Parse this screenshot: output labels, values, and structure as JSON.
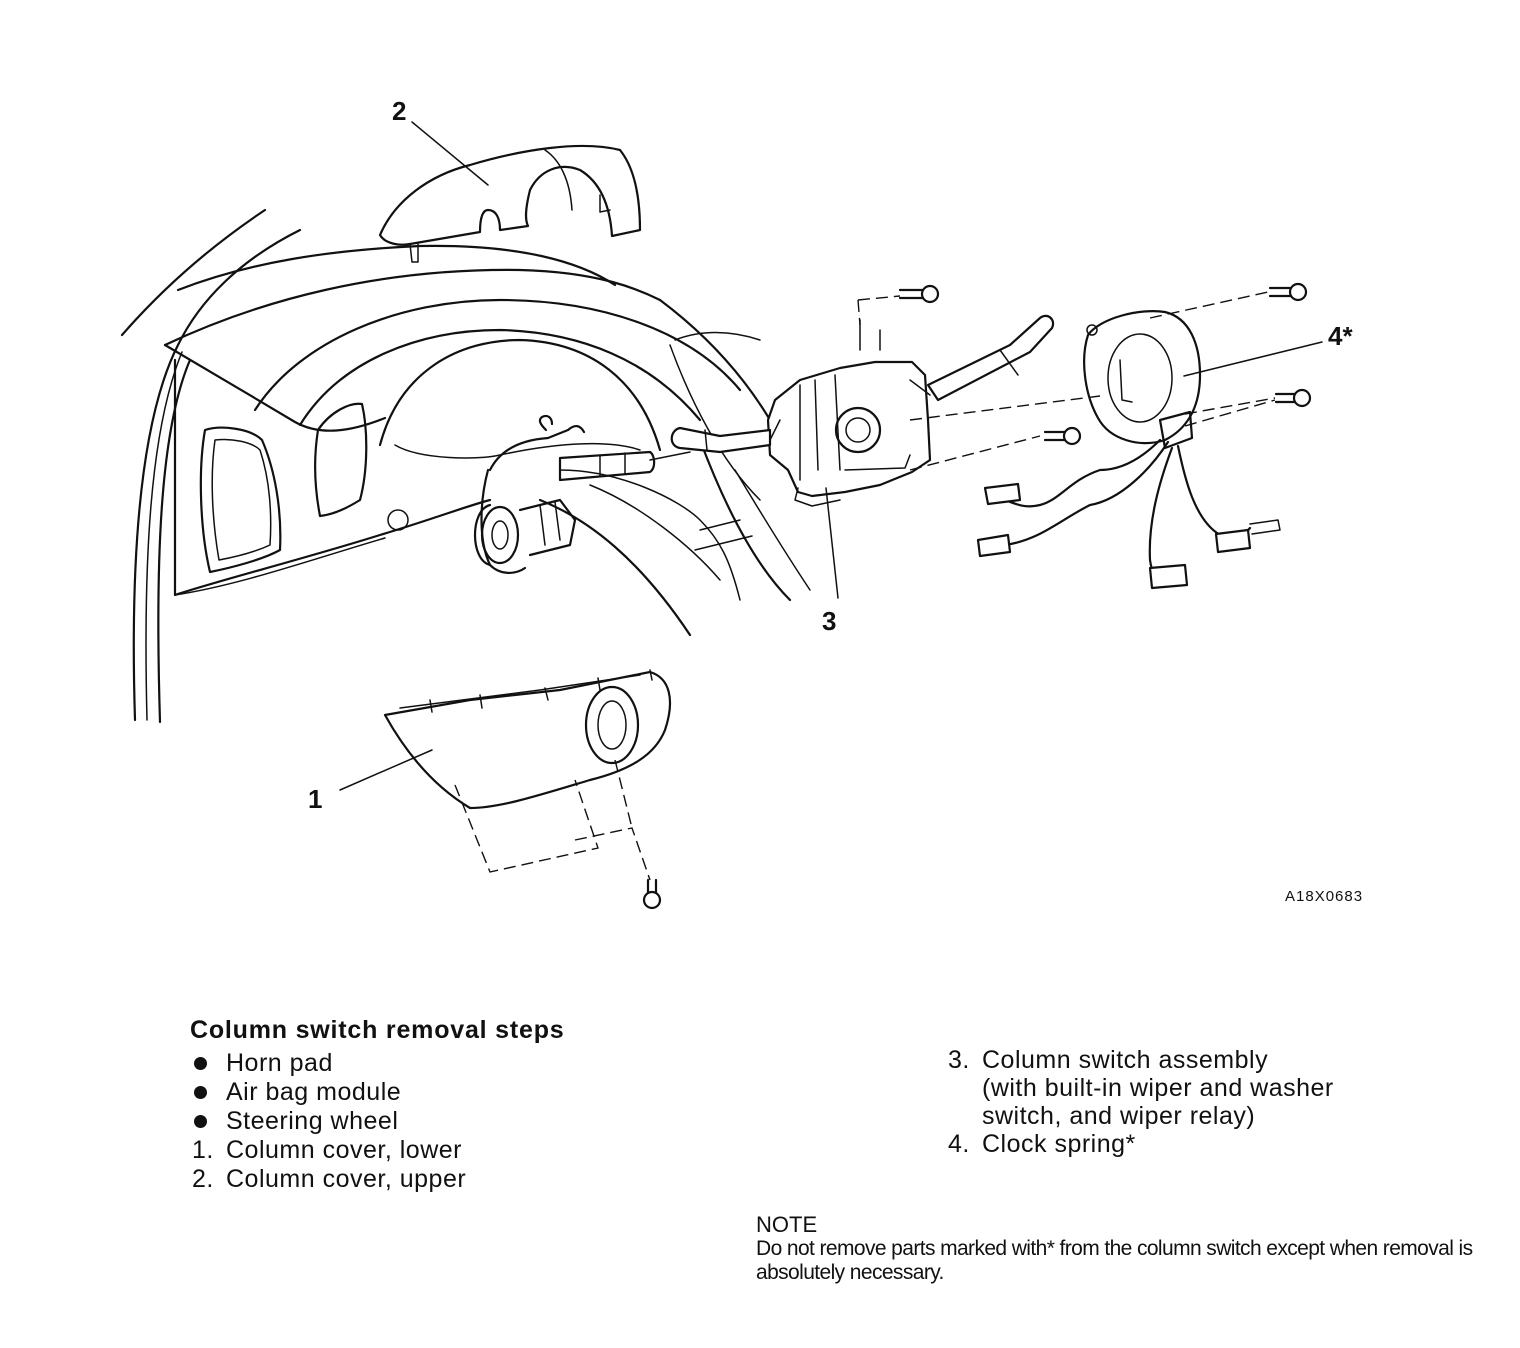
{
  "figure": {
    "callouts": {
      "c1": "1",
      "c2": "2",
      "c3": "3",
      "c4": "4*"
    },
    "figure_id": "A18X0683"
  },
  "removal_steps": {
    "title": "Column switch removal steps",
    "bullets": [
      "Horn pad",
      "Air bag module",
      "Steering wheel"
    ],
    "numbered_left": [
      {
        "num": "1.",
        "text": "Column cover, lower"
      },
      {
        "num": "2.",
        "text": "Column cover, upper"
      }
    ],
    "numbered_right": [
      {
        "num": "3.",
        "text": "Column switch assembly\n(with built-in wiper and washer\nswitch, and wiper relay)"
      },
      {
        "num": "4.",
        "text": "Clock spring*"
      }
    ]
  },
  "note": {
    "title": "NOTE",
    "body": "Do not remove parts marked with* from the column switch except when removal is absolutely necessary."
  }
}
